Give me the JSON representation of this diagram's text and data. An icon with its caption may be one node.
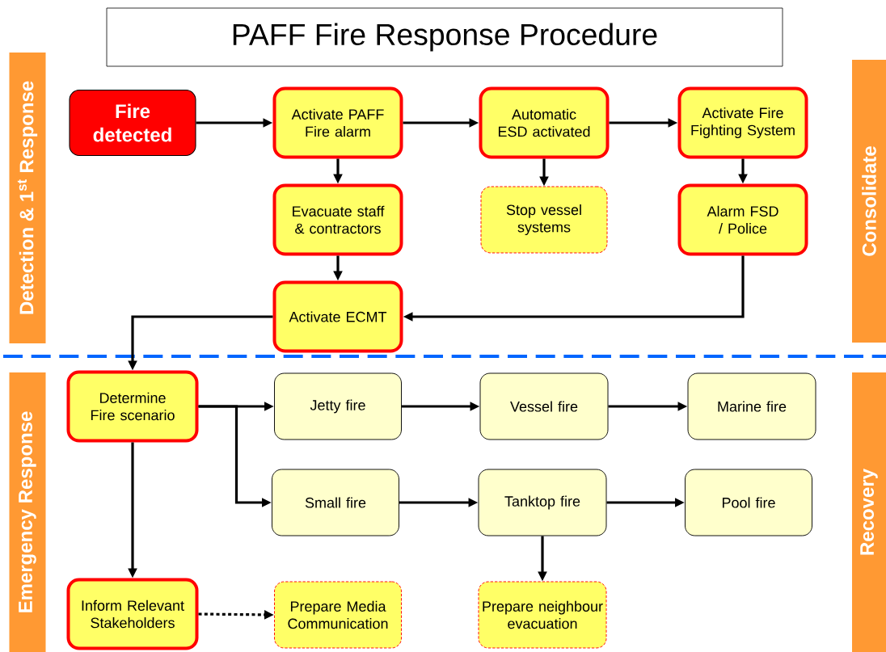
{
  "diagram": {
    "title": "PAFF Fire Response Procedure",
    "nodes": [
      {
        "text": [
          "Fire detected"
        ]
      },
      {
        "text": [
          "Activate PAFF Fire alarm"
        ]
      },
      {
        "text": [
          "Automatic ESD activated"
        ]
      },
      {
        "text": [
          "Activate Fire Fighting System"
        ]
      },
      {
        "text": [
          "Evacuate staff & contractors"
        ]
      },
      {
        "text": [
          "Stop vessel systems"
        ]
      },
      {
        "text": [
          "Alarm FSD / Police"
        ]
      },
      {
        "text": [
          "Activate ECMT"
        ]
      },
      {
        "text": [
          "Determine Fire scenario"
        ]
      },
      {
        "text": [
          "Jetty fire"
        ]
      },
      {
        "text": [
          "Vessel fire"
        ]
      },
      {
        "text": [
          "Marine fire"
        ]
      },
      {
        "text": [
          "Small fire"
        ]
      },
      {
        "text": [
          "Tanktop fire"
        ]
      },
      {
        "text": [
          "Pool fire"
        ]
      },
      {
        "text": [
          "Inform Relevant Stakeholders"
        ]
      },
      {
        "text": [
          "Prepare Media Communication"
        ]
      },
      {
        "text": [
          "Prepare neighbour evacuation"
        ]
      },
      {
        "text": [
          "Detection & 1$^{st}$ Response"
        ]
      },
      {
        "text": [
          "Consolidate"
        ]
      },
      {
        "text": [
          "Emergency Response"
        ]
      },
      {
        "text": [
          "Recovery"
        ]
      }
    ],
    "edges": [
      {
        "from": 0,
        "to": 1,
        "arrow": "to"
      },
      {
        "from": 1,
        "to": 2,
        "arrow": "to"
      },
      {
        "from": 2,
        "to": 3,
        "arrow": "to"
      },
      {
        "from": 1,
        "to": 4,
        "arrow": "to"
      },
      {
        "from": 2,
        "to": 5,
        "arrow": "to"
      },
      {
        "from": 3,
        "to": 6,
        "arrow": "to"
      },
      {
        "from": 4,
        "to": 7,
        "arrow": "to"
      },
      {
        "from": 6,
        "to": 7,
        "arrow": "to"
      },
      {
        "from": 7,
        "to": 8,
        "arrow": "to"
      },
      {
        "from": 8,
        "to": 9,
        "arrow": "to"
      },
      {
        "from": 8,
        "to": 12,
        "arrow": "to"
      },
      {
        "from": 8,
        "to": 15,
        "arrow": "to"
      },
      {
        "from": 9,
        "to": 10,
        "arrow": "to"
      },
      {
        "from": 10,
        "to": 11,
        "arrow": "to"
      },
      {
        "from": 12,
        "to": 13,
        "arrow": "to"
      },
      {
        "from": 13,
        "to": 14,
        "arrow": "to"
      },
      {
        "from": 13,
        "to": 17,
        "arrow": "to"
      },
      {
        "from": 15,
        "to": 16,
        "arrow": "to",
        "style": "dashed"
      }
    ]
  }
}
